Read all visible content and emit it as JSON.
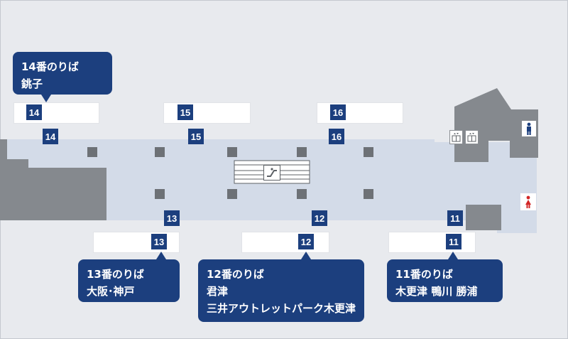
{
  "platforms": {
    "p14": {
      "number": "14",
      "title": "14番のりば",
      "destinations": [
        "銚子"
      ]
    },
    "p15": {
      "number": "15"
    },
    "p16": {
      "number": "16"
    },
    "p13": {
      "number": "13",
      "title": "13番のりば",
      "destinations": [
        "大阪･神戸"
      ]
    },
    "p12": {
      "number": "12",
      "title": "12番のりば",
      "destinations": [
        "君津",
        "三井アウトレットパーク木更津"
      ]
    },
    "p11": {
      "number": "11",
      "title": "11番のりば",
      "destinations": [
        "木更津 鴨川 勝浦"
      ]
    }
  },
  "icons": {
    "escalator": "escalator-icon",
    "elevator": "elevator-icon",
    "mens_restroom": "mens-restroom-icon",
    "womens_restroom": "womens-restroom-icon"
  },
  "colors": {
    "platform_blue": "#1c3f7e",
    "concourse": "#d3dbe8",
    "building_grey": "#85898e",
    "background": "#e8eaee",
    "womens_red": "#d22727",
    "mens_blue": "#1c3f7e"
  }
}
